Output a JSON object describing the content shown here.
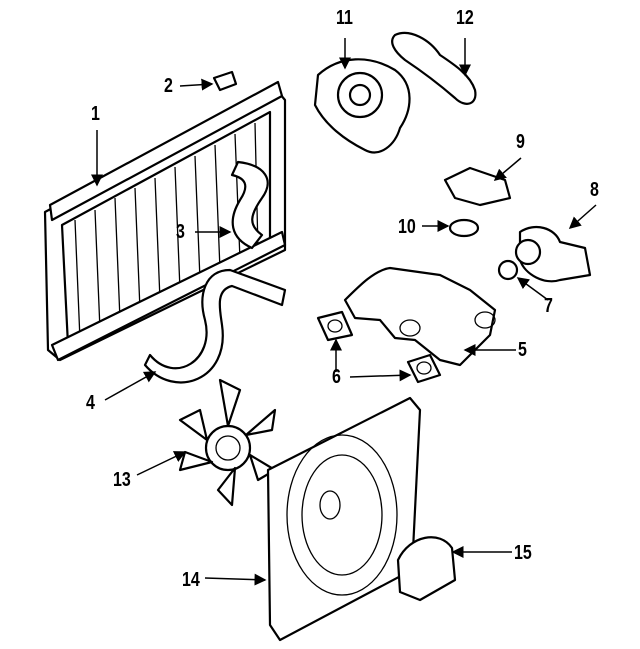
{
  "diagram": {
    "callouts": [
      {
        "id": "1",
        "part": "radiator"
      },
      {
        "id": "2",
        "part": "radiator-cap"
      },
      {
        "id": "3",
        "part": "upper-hose"
      },
      {
        "id": "4",
        "part": "lower-hose"
      },
      {
        "id": "5",
        "part": "water-outlet-manifold"
      },
      {
        "id": "6",
        "part": "gaskets"
      },
      {
        "id": "7",
        "part": "thermostat"
      },
      {
        "id": "8",
        "part": "thermostat-housing"
      },
      {
        "id": "9",
        "part": "water-outlet"
      },
      {
        "id": "10",
        "part": "outlet-gasket"
      },
      {
        "id": "11",
        "part": "water-pump"
      },
      {
        "id": "12",
        "part": "pump-gasket"
      },
      {
        "id": "13",
        "part": "fan-blade"
      },
      {
        "id": "14",
        "part": "fan-shroud"
      },
      {
        "id": "15",
        "part": "fan-motor"
      }
    ]
  }
}
